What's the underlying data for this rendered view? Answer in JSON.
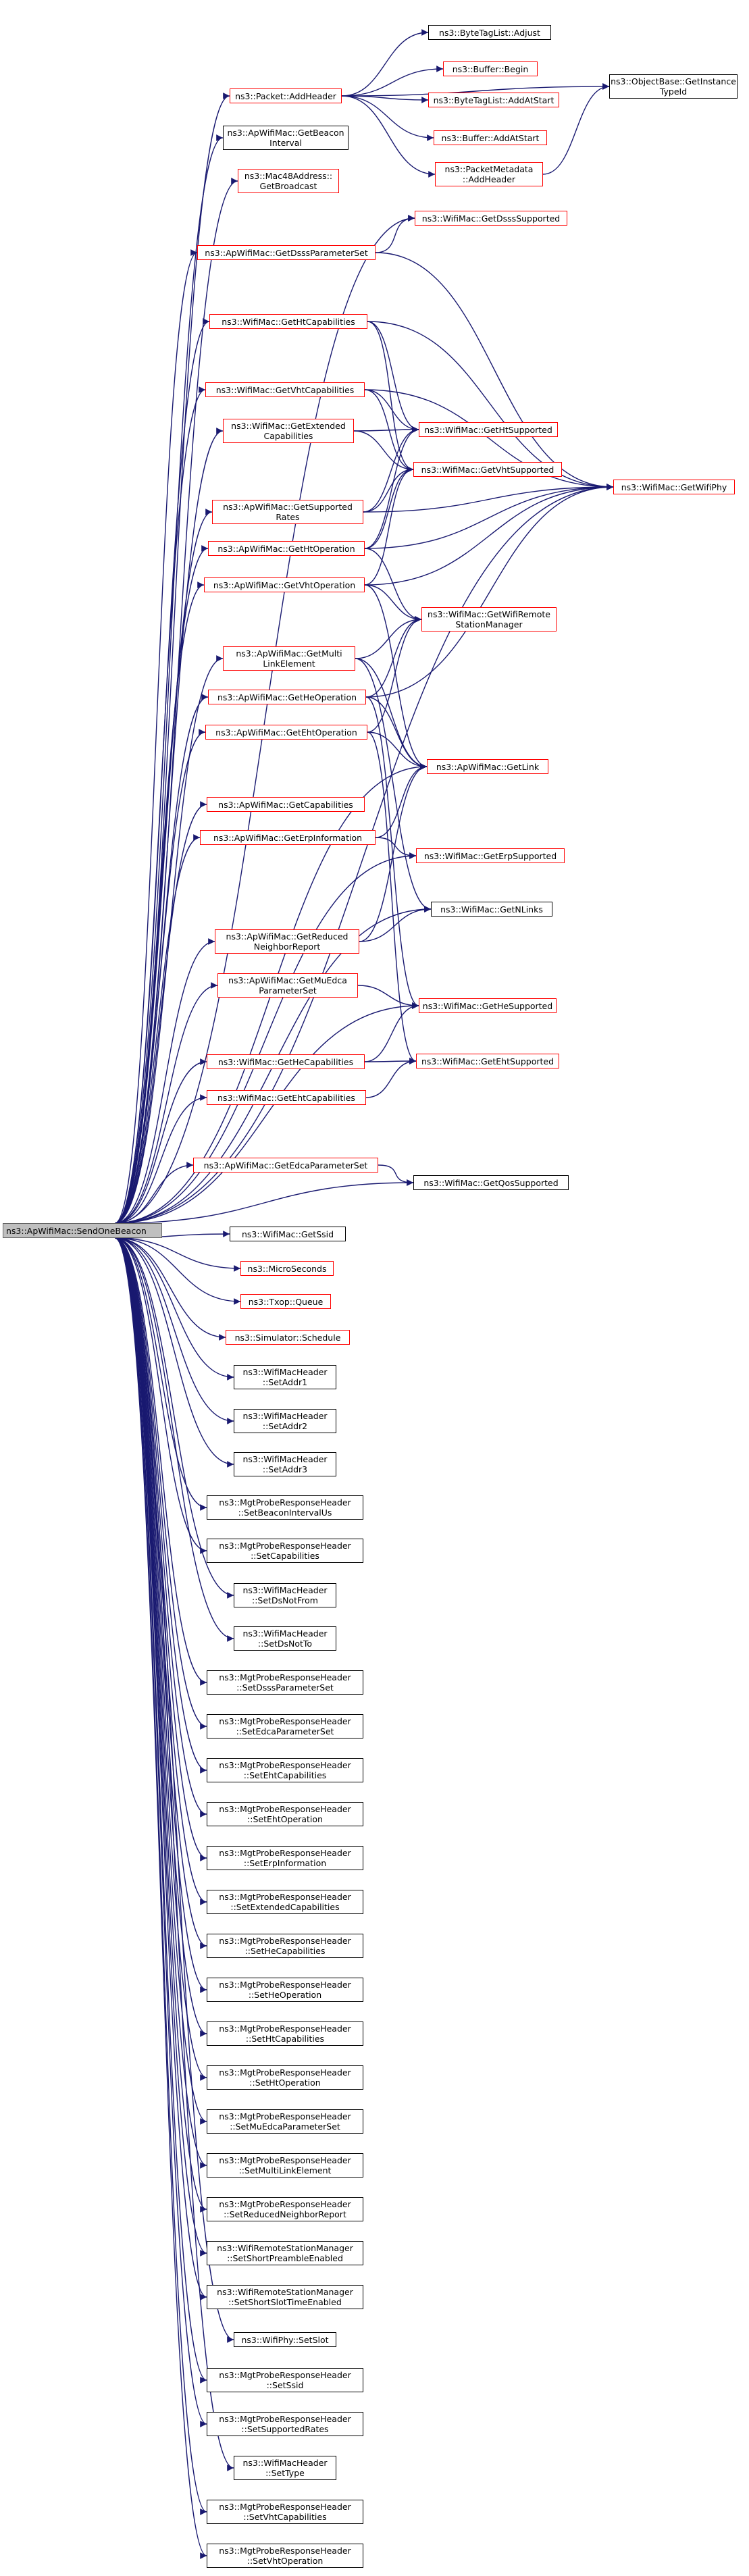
{
  "root": {
    "id": "root",
    "label": "ns3::ApWifiMac::SendOneBeacon",
    "border": "#666666",
    "fill": "#bfbfbf"
  },
  "colors": {
    "edge": "#191970",
    "normal_border": "#000000",
    "red_border": "#ff0000",
    "root_fill": "#bfbfbf",
    "background": "#ffffff"
  },
  "nodes": [
    {
      "id": "add-header",
      "label": "ns3::Packet::AddHeader",
      "red": true
    },
    {
      "id": "tag-adjust",
      "label": "ns3::ByteTagList::Adjust",
      "red": false
    },
    {
      "id": "buffer-begin",
      "label": "ns3::Buffer::Begin",
      "red": true
    },
    {
      "id": "tag-addatstart",
      "label": "ns3::ByteTagList::AddAtStart",
      "red": true
    },
    {
      "id": "buffer-addatstart",
      "label": "ns3::Buffer::AddAtStart",
      "red": true
    },
    {
      "id": "pm-addheader",
      "label": "ns3::PacketMetadata\n::AddHeader",
      "red": true
    },
    {
      "id": "getinstancetypeid",
      "label": "ns3::ObjectBase::GetInstance\nTypeId",
      "red": false
    },
    {
      "id": "beacon-interval",
      "label": "ns3::ApWifiMac::GetBeacon\nInterval",
      "red": false
    },
    {
      "id": "get-broadcast",
      "label": "ns3::Mac48Address::\nGetBroadcast",
      "red": true
    },
    {
      "id": "dsss-param",
      "label": "ns3::ApWifiMac::GetDsssParameterSet",
      "red": true
    },
    {
      "id": "dsss-supported",
      "label": "ns3::WifiMac::GetDsssSupported",
      "red": true
    },
    {
      "id": "ht-cap",
      "label": "ns3::WifiMac::GetHtCapabilities",
      "red": true
    },
    {
      "id": "vht-cap",
      "label": "ns3::WifiMac::GetVhtCapabilities",
      "red": true
    },
    {
      "id": "ext-cap",
      "label": "ns3::WifiMac::GetExtended\nCapabilities",
      "red": true
    },
    {
      "id": "ht-supported",
      "label": "ns3::WifiMac::GetHtSupported",
      "red": true
    },
    {
      "id": "vht-supported",
      "label": "ns3::WifiMac::GetVhtSupported",
      "red": true
    },
    {
      "id": "wifi-phy",
      "label": "ns3::WifiMac::GetWifiPhy",
      "red": true
    },
    {
      "id": "supported-rates",
      "label": "ns3::ApWifiMac::GetSupported\nRates",
      "red": true
    },
    {
      "id": "ht-op",
      "label": "ns3::ApWifiMac::GetHtOperation",
      "red": true
    },
    {
      "id": "vht-op",
      "label": "ns3::ApWifiMac::GetVhtOperation",
      "red": true
    },
    {
      "id": "remote-sm",
      "label": "ns3::WifiMac::GetWifiRemote\nStationManager",
      "red": true
    },
    {
      "id": "multi-link",
      "label": "ns3::ApWifiMac::GetMulti\nLinkElement",
      "red": true
    },
    {
      "id": "he-op",
      "label": "ns3::ApWifiMac::GetHeOperation",
      "red": true
    },
    {
      "id": "eht-op",
      "label": "ns3::ApWifiMac::GetEhtOperation",
      "red": true
    },
    {
      "id": "get-link",
      "label": "ns3::ApWifiMac::GetLink",
      "red": true
    },
    {
      "id": "ap-cap",
      "label": "ns3::ApWifiMac::GetCapabilities",
      "red": true
    },
    {
      "id": "erp-info",
      "label": "ns3::ApWifiMac::GetErpInformation",
      "red": true
    },
    {
      "id": "erp-supported",
      "label": "ns3::WifiMac::GetErpSupported",
      "red": true
    },
    {
      "id": "nlinks",
      "label": "ns3::WifiMac::GetNLinks",
      "red": false
    },
    {
      "id": "rnr",
      "label": "ns3::ApWifiMac::GetReduced\nNeighborReport",
      "red": true
    },
    {
      "id": "mu-edca",
      "label": "ns3::ApWifiMac::GetMuEdca\nParameterSet",
      "red": true
    },
    {
      "id": "he-supported",
      "label": "ns3::WifiMac::GetHeSupported",
      "red": true
    },
    {
      "id": "he-cap",
      "label": "ns3::WifiMac::GetHeCapabilities",
      "red": true
    },
    {
      "id": "eht-supported",
      "label": "ns3::WifiMac::GetEhtSupported",
      "red": true
    },
    {
      "id": "eht-cap",
      "label": "ns3::WifiMac::GetEhtCapabilities",
      "red": true
    },
    {
      "id": "edca-param",
      "label": "ns3::ApWifiMac::GetEdcaParameterSet",
      "red": true
    },
    {
      "id": "qos-supported",
      "label": "ns3::WifiMac::GetQosSupported",
      "red": false
    },
    {
      "id": "get-ssid",
      "label": "ns3::WifiMac::GetSsid",
      "red": false
    },
    {
      "id": "microseconds",
      "label": "ns3::MicroSeconds",
      "red": true
    },
    {
      "id": "txop-queue",
      "label": "ns3::Txop::Queue",
      "red": true
    },
    {
      "id": "schedule",
      "label": "ns3::Simulator::Schedule",
      "red": true
    },
    {
      "id": "setaddr1",
      "label": "ns3::WifiMacHeader\n::SetAddr1",
      "red": false
    },
    {
      "id": "setaddr2",
      "label": "ns3::WifiMacHeader\n::SetAddr2",
      "red": false
    },
    {
      "id": "setaddr3",
      "label": "ns3::WifiMacHeader\n::SetAddr3",
      "red": false
    },
    {
      "id": "s-beacon-int",
      "label": "ns3::MgtProbeResponseHeader\n::SetBeaconIntervalUs",
      "red": false
    },
    {
      "id": "s-cap",
      "label": "ns3::MgtProbeResponseHeader\n::SetCapabilities",
      "red": false
    },
    {
      "id": "s-dsnotfrom",
      "label": "ns3::WifiMacHeader\n::SetDsNotFrom",
      "red": false
    },
    {
      "id": "s-dsnotto",
      "label": "ns3::WifiMacHeader\n::SetDsNotTo",
      "red": false
    },
    {
      "id": "s-dsss",
      "label": "ns3::MgtProbeResponseHeader\n::SetDsssParameterSet",
      "red": false
    },
    {
      "id": "s-edca",
      "label": "ns3::MgtProbeResponseHeader\n::SetEdcaParameterSet",
      "red": false
    },
    {
      "id": "s-ehtcap",
      "label": "ns3::MgtProbeResponseHeader\n::SetEhtCapabilities",
      "red": false
    },
    {
      "id": "s-ehtop",
      "label": "ns3::MgtProbeResponseHeader\n::SetEhtOperation",
      "red": false
    },
    {
      "id": "s-erp",
      "label": "ns3::MgtProbeResponseHeader\n::SetErpInformation",
      "red": false
    },
    {
      "id": "s-extcap",
      "label": "ns3::MgtProbeResponseHeader\n::SetExtendedCapabilities",
      "red": false
    },
    {
      "id": "s-hecap",
      "label": "ns3::MgtProbeResponseHeader\n::SetHeCapabilities",
      "red": false
    },
    {
      "id": "s-heop",
      "label": "ns3::MgtProbeResponseHeader\n::SetHeOperation",
      "red": false
    },
    {
      "id": "s-htcap",
      "label": "ns3::MgtProbeResponseHeader\n::SetHtCapabilities",
      "red": false
    },
    {
      "id": "s-htop",
      "label": "ns3::MgtProbeResponseHeader\n::SetHtOperation",
      "red": false
    },
    {
      "id": "s-muedca",
      "label": "ns3::MgtProbeResponseHeader\n::SetMuEdcaParameterSet",
      "red": false
    },
    {
      "id": "s-multilink",
      "label": "ns3::MgtProbeResponseHeader\n::SetMultiLinkElement",
      "red": false
    },
    {
      "id": "s-rnr",
      "label": "ns3::MgtProbeResponseHeader\n::SetReducedNeighborReport",
      "red": false
    },
    {
      "id": "s-shortpre",
      "label": "ns3::WifiRemoteStationManager\n::SetShortPreambleEnabled",
      "red": false
    },
    {
      "id": "s-shortslot",
      "label": "ns3::WifiRemoteStationManager\n::SetShortSlotTimeEnabled",
      "red": false
    },
    {
      "id": "s-slot",
      "label": "ns3::WifiPhy::SetSlot",
      "red": false
    },
    {
      "id": "s-ssid",
      "label": "ns3::MgtProbeResponseHeader\n::SetSsid",
      "red": false
    },
    {
      "id": "s-rates",
      "label": "ns3::MgtProbeResponseHeader\n::SetSupportedRates",
      "red": false
    },
    {
      "id": "s-type",
      "label": "ns3::WifiMacHeader\n::SetType",
      "red": false
    },
    {
      "id": "s-vhtcap",
      "label": "ns3::MgtProbeResponseHeader\n::SetVhtCapabilities",
      "red": false
    },
    {
      "id": "s-vhtop",
      "label": "ns3::MgtProbeResponseHeader\n::SetVhtOperation",
      "red": false
    }
  ],
  "edges": [
    [
      "root",
      "add-header"
    ],
    [
      "root",
      "beacon-interval"
    ],
    [
      "root",
      "get-broadcast"
    ],
    [
      "root",
      "dsss-param"
    ],
    [
      "root",
      "dsss-supported"
    ],
    [
      "root",
      "ht-cap"
    ],
    [
      "root",
      "vht-cap"
    ],
    [
      "root",
      "ext-cap"
    ],
    [
      "root",
      "supported-rates"
    ],
    [
      "root",
      "ht-op"
    ],
    [
      "root",
      "vht-op"
    ],
    [
      "root",
      "multi-link"
    ],
    [
      "root",
      "he-op"
    ],
    [
      "root",
      "eht-op"
    ],
    [
      "root",
      "get-link"
    ],
    [
      "root",
      "ap-cap"
    ],
    [
      "root",
      "erp-info"
    ],
    [
      "root",
      "erp-supported"
    ],
    [
      "root",
      "nlinks"
    ],
    [
      "root",
      "rnr"
    ],
    [
      "root",
      "mu-edca"
    ],
    [
      "root",
      "he-supported"
    ],
    [
      "root",
      "he-cap"
    ],
    [
      "root",
      "eht-cap"
    ],
    [
      "root",
      "edca-param"
    ],
    [
      "root",
      "qos-supported"
    ],
    [
      "root",
      "get-ssid"
    ],
    [
      "root",
      "microseconds"
    ],
    [
      "root",
      "txop-queue"
    ],
    [
      "root",
      "schedule"
    ],
    [
      "root",
      "setaddr1"
    ],
    [
      "root",
      "setaddr2"
    ],
    [
      "root",
      "setaddr3"
    ],
    [
      "root",
      "s-beacon-int"
    ],
    [
      "root",
      "s-cap"
    ],
    [
      "root",
      "s-dsnotfrom"
    ],
    [
      "root",
      "s-dsnotto"
    ],
    [
      "root",
      "s-dsss"
    ],
    [
      "root",
      "s-edca"
    ],
    [
      "root",
      "s-ehtcap"
    ],
    [
      "root",
      "s-ehtop"
    ],
    [
      "root",
      "s-erp"
    ],
    [
      "root",
      "s-extcap"
    ],
    [
      "root",
      "s-hecap"
    ],
    [
      "root",
      "s-heop"
    ],
    [
      "root",
      "s-htcap"
    ],
    [
      "root",
      "s-htop"
    ],
    [
      "root",
      "s-muedca"
    ],
    [
      "root",
      "s-multilink"
    ],
    [
      "root",
      "s-rnr"
    ],
    [
      "root",
      "s-shortpre"
    ],
    [
      "root",
      "s-shortslot"
    ],
    [
      "root",
      "s-slot"
    ],
    [
      "root",
      "s-ssid"
    ],
    [
      "root",
      "s-rates"
    ],
    [
      "root",
      "s-type"
    ],
    [
      "root",
      "s-vhtcap"
    ],
    [
      "root",
      "s-vhtop"
    ],
    [
      "root",
      "wifi-phy"
    ],
    [
      "add-header",
      "tag-adjust"
    ],
    [
      "add-header",
      "buffer-begin"
    ],
    [
      "add-header",
      "tag-addatstart"
    ],
    [
      "add-header",
      "buffer-addatstart"
    ],
    [
      "add-header",
      "pm-addheader"
    ],
    [
      "add-header",
      "getinstancetypeid"
    ],
    [
      "pm-addheader",
      "getinstancetypeid"
    ],
    [
      "dsss-param",
      "dsss-supported"
    ],
    [
      "dsss-param",
      "wifi-phy"
    ],
    [
      "ht-cap",
      "ht-supported"
    ],
    [
      "ht-cap",
      "vht-supported"
    ],
    [
      "ht-cap",
      "wifi-phy"
    ],
    [
      "vht-cap",
      "vht-supported"
    ],
    [
      "vht-cap",
      "wifi-phy"
    ],
    [
      "vht-cap",
      "ht-supported"
    ],
    [
      "ext-cap",
      "ht-supported"
    ],
    [
      "ext-cap",
      "vht-supported"
    ],
    [
      "supported-rates",
      "ht-supported"
    ],
    [
      "supported-rates",
      "vht-supported"
    ],
    [
      "supported-rates",
      "wifi-phy"
    ],
    [
      "ht-op",
      "ht-supported"
    ],
    [
      "ht-op",
      "wifi-phy"
    ],
    [
      "ht-op",
      "remote-sm"
    ],
    [
      "ht-op",
      "vht-supported"
    ],
    [
      "vht-op",
      "vht-supported"
    ],
    [
      "vht-op",
      "wifi-phy"
    ],
    [
      "vht-op",
      "remote-sm"
    ],
    [
      "vht-op",
      "get-link"
    ],
    [
      "multi-link",
      "remote-sm"
    ],
    [
      "multi-link",
      "get-link"
    ],
    [
      "multi-link",
      "nlinks"
    ],
    [
      "he-op",
      "remote-sm"
    ],
    [
      "he-op",
      "get-link"
    ],
    [
      "he-op",
      "he-supported"
    ],
    [
      "he-op",
      "wifi-phy"
    ],
    [
      "eht-op",
      "get-link"
    ],
    [
      "eht-op",
      "eht-supported"
    ],
    [
      "eht-op",
      "remote-sm"
    ],
    [
      "erp-info",
      "erp-supported"
    ],
    [
      "erp-info",
      "get-link"
    ],
    [
      "rnr",
      "nlinks"
    ],
    [
      "rnr",
      "get-link"
    ],
    [
      "mu-edca",
      "he-supported"
    ],
    [
      "he-cap",
      "he-supported"
    ],
    [
      "he-cap",
      "eht-supported"
    ],
    [
      "eht-cap",
      "eht-supported"
    ],
    [
      "edca-param",
      "qos-supported"
    ]
  ]
}
